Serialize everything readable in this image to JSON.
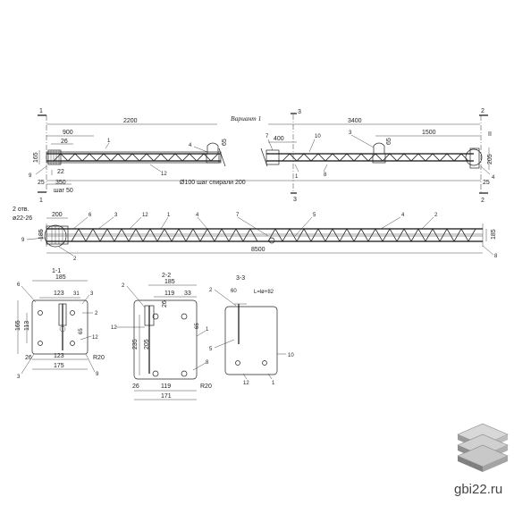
{
  "top_view": {
    "variant_label": "Вариант 1",
    "dim_2200": "2200",
    "dim_3400": "3400",
    "dim_1500": "1500",
    "dim_900": "900",
    "dim_400": "400",
    "dim_26": "26",
    "dim_65a": "65",
    "dim_65b": "65",
    "dim_165": "165",
    "dim_205": "205",
    "dim_22": "22",
    "dim_350": "350",
    "dim_25a": "25",
    "dim_25b": "25",
    "step_50": "шаг 50",
    "spiral_note": "Ø100 шаг спирали 200",
    "mark_II": "II",
    "sec_1a": "1",
    "sec_1b": "1",
    "sec_2a": "2",
    "sec_2b": "2",
    "sec_3a": "3",
    "sec_3b": "3",
    "pos": [
      "1",
      "4",
      "9",
      "12",
      "7",
      "10",
      "3",
      "1",
      "8",
      "4"
    ]
  },
  "bottom_view": {
    "holes_label": "2 отв.",
    "holes_size": "ø22-26",
    "dim_200": "200",
    "dim_185a": "185",
    "dim_185b": "185",
    "dim_8500": "8500",
    "pos": [
      "6",
      "3",
      "12",
      "1",
      "4",
      "7",
      "5",
      "4",
      "2",
      "9",
      "2",
      "8"
    ]
  },
  "section_1": {
    "title": "1-1",
    "d185": "185",
    "d123a": "123",
    "d123b": "123",
    "d175": "175",
    "d165": "165",
    "d113": "113",
    "d26": "26",
    "d31": "31",
    "d65": "65",
    "r20": "R20",
    "pos": [
      "6",
      "3",
      "2",
      "12",
      "3",
      "9"
    ]
  },
  "section_2": {
    "title": "2-2",
    "d185": "185",
    "d119a": "119",
    "d119b": "119",
    "d33": "33",
    "d26a": "26",
    "d26b": "26",
    "d205": "205",
    "d235": "235",
    "d171": "171",
    "r20": "R20",
    "pos": [
      "2",
      "12",
      "1",
      "8"
    ]
  },
  "section_3": {
    "title": "3-3",
    "d60": "60",
    "note": "L=lø+82",
    "pos": [
      "2",
      "5",
      "10",
      "12",
      "1"
    ]
  },
  "watermark": "gbi22.ru"
}
